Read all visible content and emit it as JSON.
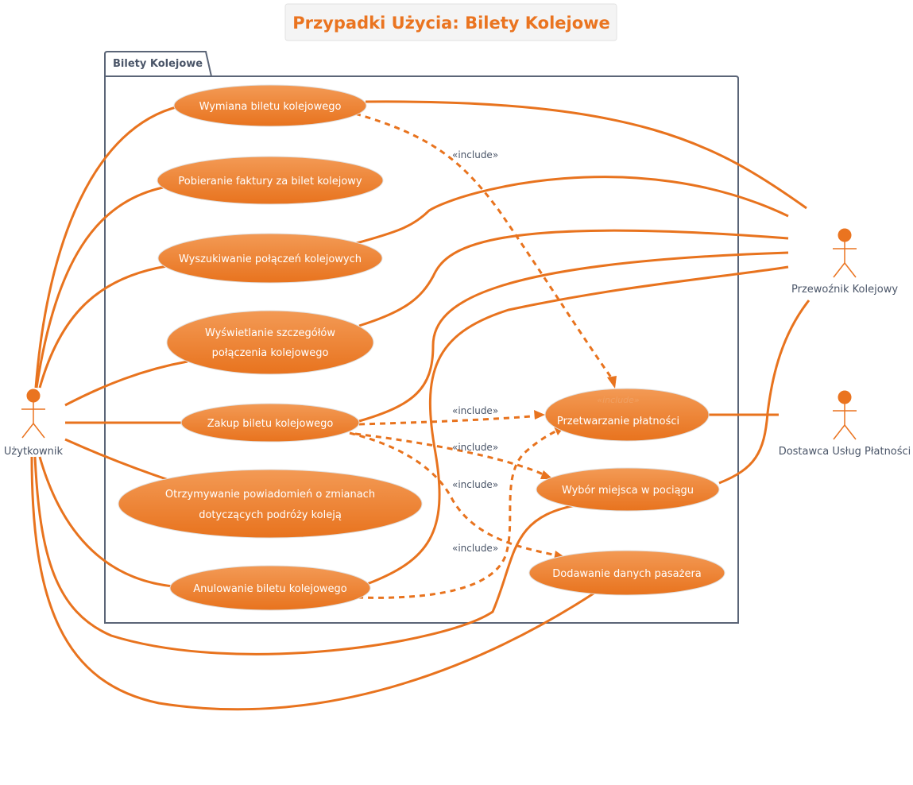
{
  "title": "Przypadki Użycia: Bilety Kolejowe",
  "package": {
    "label": "Bilety Kolejowe"
  },
  "actors": {
    "user": "Użytkownik",
    "carrier": "Przewoźnik Kolejowy",
    "payment_provider": "Dostawca Usług Płatności"
  },
  "use_cases": {
    "exchange": [
      "Wymiana biletu kolejowego"
    ],
    "invoice": [
      "Pobieranie faktury za bilet kolejowy"
    ],
    "search": [
      "Wyszukiwanie połączeń kolejowych"
    ],
    "details": [
      "Wyświetlanie szczegółów",
      "połączenia kolejowego"
    ],
    "purchase": [
      "Zakup biletu kolejowego"
    ],
    "notifications": [
      "Otrzymywanie powiadomień o zmianach",
      "dotyczących podróży koleją"
    ],
    "cancel": [
      "Anulowanie biletu kolejowego"
    ],
    "payment": [
      "Przetwarzanie płatności"
    ],
    "seat": [
      "Wybór miejsca w pociągu"
    ],
    "passenger": [
      "Dodawanie danych pasażera"
    ]
  },
  "payment_stereotype": "«include»",
  "include_label": "«include»",
  "colors": {
    "accent": "#e8731e",
    "package_border": "#5b6577",
    "text": "#4a5568"
  }
}
